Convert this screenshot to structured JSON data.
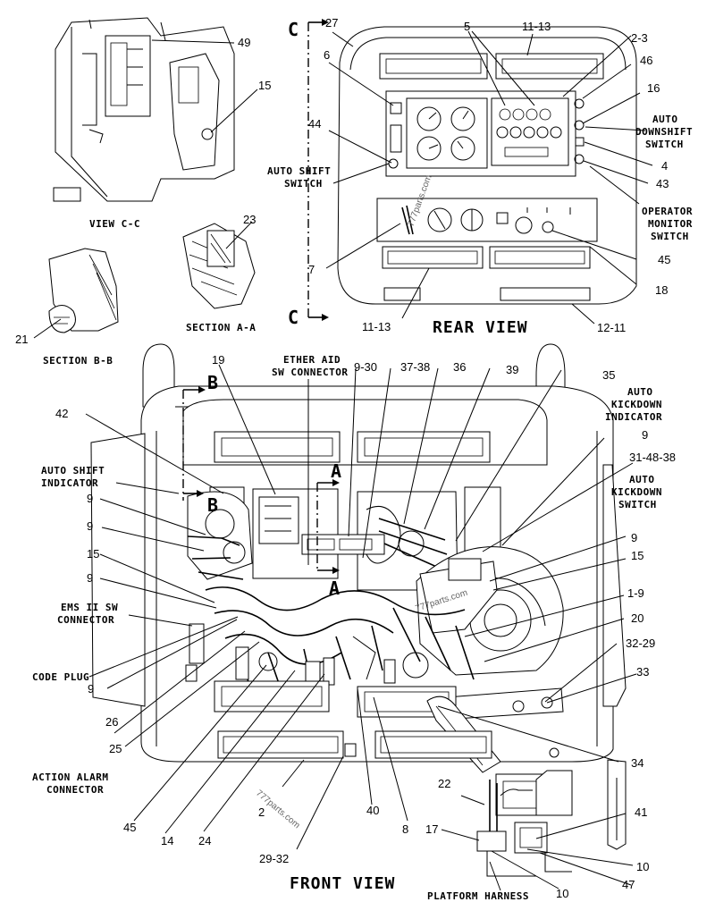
{
  "views": {
    "view_cc": "VIEW C-C",
    "section_aa": "SECTION A-A",
    "section_bb": "SECTION B-B",
    "rear_view": "REAR VIEW",
    "front_view": "FRONT VIEW"
  },
  "section_marks": {
    "c_top": "C",
    "c_bottom": "C",
    "b_top": "B",
    "b_bottom": "B",
    "a_top": "A",
    "a_bottom": "A"
  },
  "callouts": {
    "c49": "49",
    "c15a": "15",
    "c23": "23",
    "c21": "21",
    "c27": "27",
    "c5": "5",
    "c11_13a": "11-13",
    "c6": "6",
    "c2_3": "2-3",
    "c46": "46",
    "c16": "16",
    "c44": "44",
    "c4": "4",
    "c43": "43",
    "c7": "7",
    "c45a": "45",
    "c18": "18",
    "c11_13b": "11-13",
    "c12_11": "12-11",
    "c19": "19",
    "c9_30": "9-30",
    "c37_38": "37-38",
    "c36": "36",
    "c39": "39",
    "c35": "35",
    "c42": "42",
    "c9a": "9",
    "c9b": "9",
    "c15b": "15",
    "c9c": "9",
    "c9d": "9",
    "c26": "26",
    "c25": "25",
    "c31_48_38": "31-48-38",
    "c9e": "9",
    "c15c": "15",
    "c1_9": "1-9",
    "c20": "20",
    "c32_29": "32-29",
    "c33": "33",
    "c34": "34",
    "c45b": "45",
    "c14": "14",
    "c24": "24",
    "c40": "40",
    "c8": "8",
    "c22": "22",
    "c17": "17",
    "c41": "41",
    "c10a": "10",
    "c47": "47",
    "c29_32": "29-32",
    "c10b": "10",
    "c2": "2"
  },
  "notes": {
    "auto_shift_switch_1": "AUTO SHIFT",
    "auto_shift_switch_2": "SWITCH",
    "auto_downshift_1": "AUTO",
    "auto_downshift_2": "DOWNSHIFT",
    "auto_downshift_3": "SWITCH",
    "operator_monitor_1": "OPERATOR",
    "operator_monitor_2": "MONITOR",
    "operator_monitor_3": "SWITCH",
    "ether_aid_1": "ETHER AID",
    "ether_aid_2": "SW CONNECTOR",
    "auto_kickdown_ind_1": "AUTO",
    "auto_kickdown_ind_2": "KICKDOWN",
    "auto_kickdown_ind_3": "INDICATOR",
    "auto_shift_ind_1": "AUTO SHIFT",
    "auto_shift_ind_2": "INDICATOR",
    "auto_kickdown_sw_1": "AUTO",
    "auto_kickdown_sw_2": "KICKDOWN",
    "auto_kickdown_sw_3": "SWITCH",
    "ems_1": "EMS II SW",
    "ems_2": "CONNECTOR",
    "code_plug": "CODE PLUG",
    "action_alarm_1": "ACTION ALARM",
    "action_alarm_2": "CONNECTOR",
    "platform_harness": "PLATFORM HARNESS"
  },
  "watermarks": {
    "wm1": "777parts.com",
    "wm2": "777parts.com",
    "wm3": "777parts.com"
  }
}
